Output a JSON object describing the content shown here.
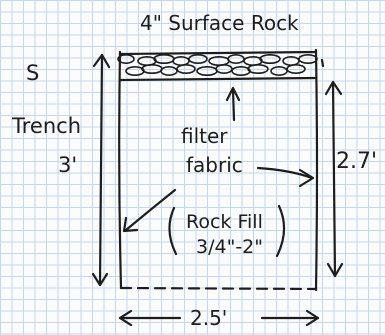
{
  "labels": {
    "surface_rock": "4\" Surface Rock",
    "trench_id": "S",
    "trench_word": "Trench",
    "left_height": "3'",
    "filter_line1": "filter",
    "filter_line2": "fabric",
    "right_height": "2.7'",
    "rock_fill_line1": "Rock Fill",
    "rock_fill_line2": "3/4\"-2\"",
    "width": "2.5'"
  },
  "colors": {
    "ink": "#1d1d1d",
    "grid": "#c7d6ea",
    "paper": "#fbfcfe"
  }
}
